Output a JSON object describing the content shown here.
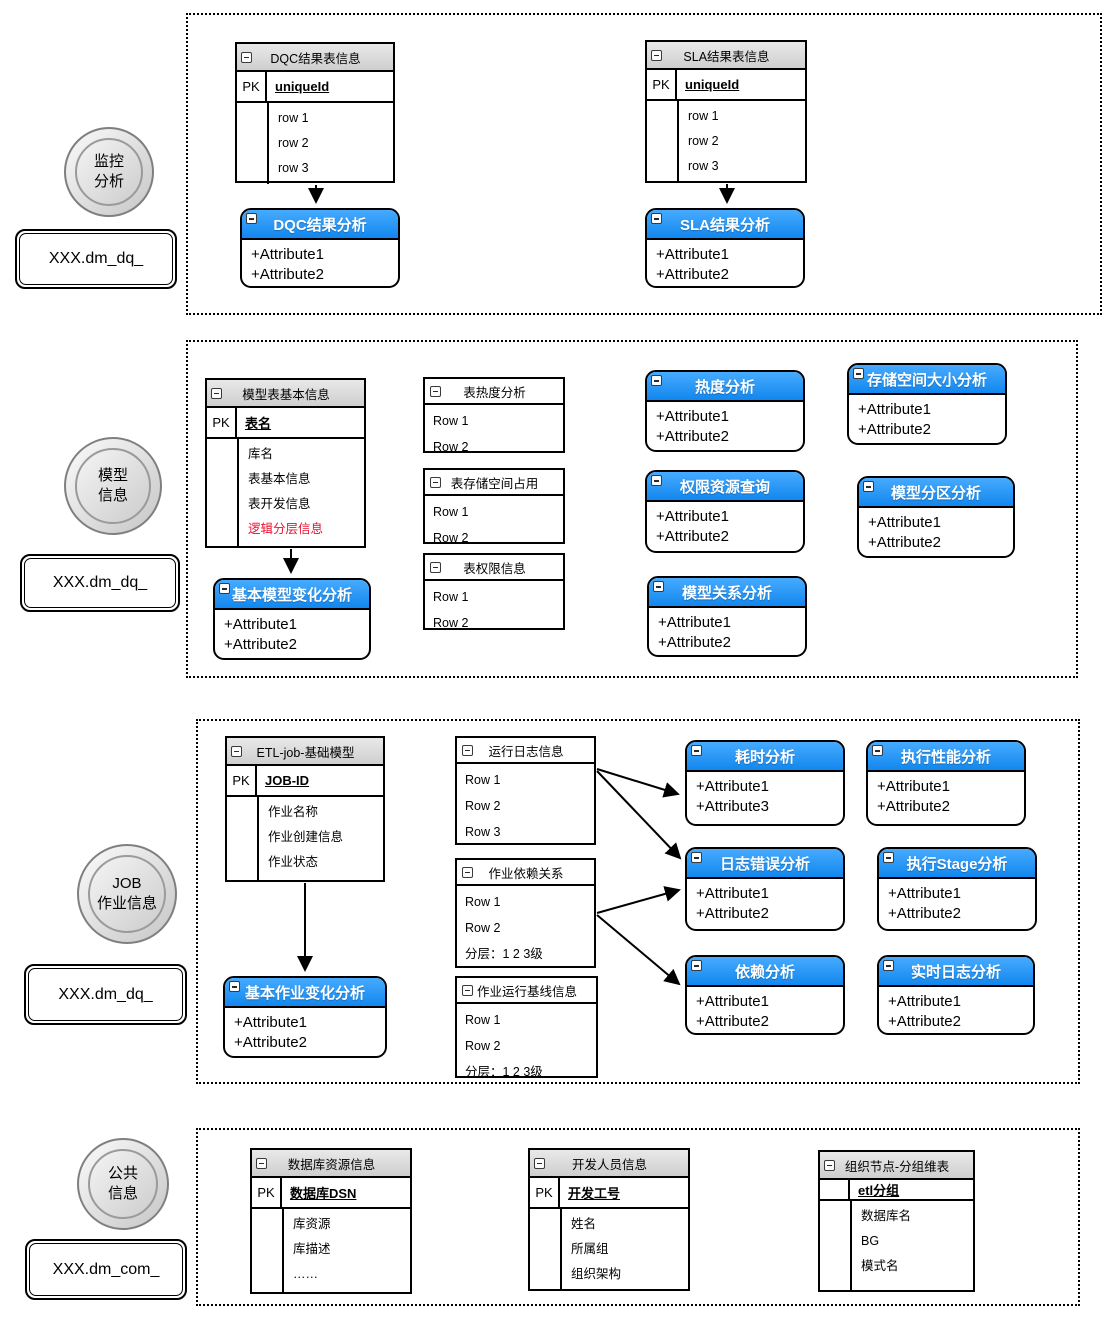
{
  "colors": {
    "accent_blue": "#1e90ff",
    "entity_header_gray": "#d6d6d6",
    "red_row": "#e8112d"
  },
  "pk_label": "PK",
  "badges": [
    {
      "line1": "监控",
      "line2": "分析",
      "label": "XXX.dm_dq_"
    },
    {
      "line1": "模型",
      "line2": "信息",
      "label": "XXX.dm_dq_"
    },
    {
      "line1": "JOB",
      "line2": "作业信息",
      "label": "XXX.dm_dq_"
    },
    {
      "line1": "公共",
      "line2": "信息",
      "label": "XXX.dm_com_"
    }
  ],
  "entities": {
    "dqc": {
      "title": "DQC结果表信息",
      "pk": "uniqueId",
      "rows": [
        "row 1",
        "row 2",
        "row 3"
      ]
    },
    "sla": {
      "title": "SLA结果表信息",
      "pk": "uniqueId",
      "rows": [
        "row 1",
        "row 2",
        "row 3"
      ]
    },
    "model": {
      "title": "模型表基本信息",
      "pk": "表名",
      "rows": [
        "库名",
        "表基本信息",
        "表开发信息"
      ],
      "red_row": "逻辑分层信息"
    },
    "etl": {
      "title": "ETL-job-基础模型",
      "pk": "JOB-ID",
      "rows": [
        "作业名称",
        "作业创建信息",
        "作业状态"
      ]
    },
    "db_resource": {
      "title": "数据库资源信息",
      "pk": "数据库DSN",
      "rows": [
        "库资源",
        "库描述",
        "……"
      ]
    },
    "developer": {
      "title": "开发人员信息",
      "pk": "开发工号",
      "rows": [
        "姓名",
        "所属组",
        "组织架构"
      ]
    },
    "org": {
      "title": "组织节点-分组维表",
      "pk": "etl分组",
      "rows": [
        "数据库名",
        "BG",
        "模式名"
      ]
    }
  },
  "info_tables": {
    "heat": {
      "title": "表热度分析",
      "rows": [
        "Row 1",
        "Row 2"
      ]
    },
    "storage": {
      "title": "表存储空间占用",
      "rows": [
        "Row 1",
        "Row 2"
      ]
    },
    "perm": {
      "title": "表权限信息",
      "rows": [
        "Row 1",
        "Row 2"
      ]
    },
    "runlog": {
      "title": "运行日志信息",
      "rows": [
        "Row 1",
        "Row 2",
        "Row 3"
      ]
    },
    "dependency": {
      "title": "作业依赖关系",
      "rows": [
        "Row 1",
        "Row 2",
        "分层：1 2 3级"
      ]
    },
    "baseline": {
      "title": "作业运行基线信息",
      "rows": [
        "Row 1",
        "Row 2",
        "分层：1 2 3级"
      ]
    }
  },
  "classes": {
    "dqc_analysis": {
      "title": "DQC结果分析",
      "attrs": [
        "+Attribute1",
        "+Attribute2"
      ]
    },
    "sla_analysis": {
      "title": "SLA结果分析",
      "attrs": [
        "+Attribute1",
        "+Attribute2"
      ]
    },
    "base_model_change": {
      "title": "基本模型变化分析",
      "attrs": [
        "+Attribute1",
        "+Attribute2"
      ]
    },
    "heat_analysis": {
      "title": "热度分析",
      "attrs": [
        "+Attribute1",
        "+Attribute2"
      ]
    },
    "storage_size": {
      "title": "存储空间大小分析",
      "attrs": [
        "+Attribute1",
        "+Attribute2"
      ]
    },
    "perm_query": {
      "title": "权限资源查询",
      "attrs": [
        "+Attribute1",
        "+Attribute2"
      ]
    },
    "partition": {
      "title": "模型分区分析",
      "attrs": [
        "+Attribute1",
        "+Attribute2"
      ]
    },
    "relation": {
      "title": "模型关系分析",
      "attrs": [
        "+Attribute1",
        "+Attribute2"
      ]
    },
    "base_job_change": {
      "title": "基本作业变化分析",
      "attrs": [
        "+Attribute1",
        "+Attribute2"
      ]
    },
    "time_cost": {
      "title": "耗时分析",
      "attrs": [
        "+Attribute1",
        "+Attribute3"
      ]
    },
    "exec_perf": {
      "title": "执行性能分析",
      "attrs": [
        "+Attribute1",
        "+Attribute2"
      ]
    },
    "log_error": {
      "title": "日志错误分析",
      "attrs": [
        "+Attribute1",
        "+Attribute2"
      ]
    },
    "exec_stage": {
      "title": "执行Stage分析",
      "attrs": [
        "+Attribute1",
        "+Attribute2"
      ]
    },
    "dep_analysis": {
      "title": "依赖分析",
      "attrs": [
        "+Attribute1",
        "+Attribute2"
      ]
    },
    "realtime_log": {
      "title": "实时日志分析",
      "attrs": [
        "+Attribute1",
        "+Attribute2"
      ]
    }
  }
}
